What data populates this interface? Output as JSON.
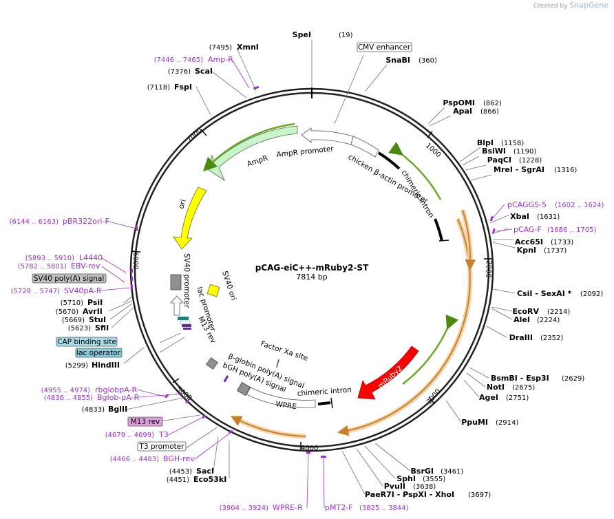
{
  "credit": {
    "prefix": "Created by",
    "brand": "SnapGene"
  },
  "plasmid": {
    "name": "pCAG-eiC++-mRuby2-ST",
    "size_label": "7814 bp"
  },
  "ticks": [
    {
      "label": "1000"
    },
    {
      "label": "2000"
    },
    {
      "label": "3000"
    },
    {
      "label": "4000"
    },
    {
      "label": "5000"
    },
    {
      "label": "6000"
    },
    {
      "label": "7000"
    }
  ],
  "sites": [
    {
      "name": "SpeI",
      "pos": "(19)"
    },
    {
      "name": "SnaBI",
      "pos": "(360)"
    },
    {
      "name": "PspOMI",
      "pos": "(862)"
    },
    {
      "name": "ApaI",
      "pos": "(866)"
    },
    {
      "name": "BlpI",
      "pos": "(1158)"
    },
    {
      "name": "BsiWI",
      "pos": "(1190)"
    },
    {
      "name": "PaqCI",
      "pos": "(1228)"
    },
    {
      "name": "MreI  - SgrAI",
      "pos": "(1316)"
    },
    {
      "name": "XbaI",
      "pos": "(1631)"
    },
    {
      "name": "Acc65I",
      "pos": "(1733)"
    },
    {
      "name": "KpnI",
      "pos": "(1737)"
    },
    {
      "name": "CsiI  - SexAI *",
      "pos": "(2092)"
    },
    {
      "name": "EcoRV",
      "pos": "(2214)"
    },
    {
      "name": "AleI",
      "pos": "(2224)"
    },
    {
      "name": "DraIII",
      "pos": "(2352)"
    },
    {
      "name": "BsmBI  - Esp3I",
      "pos": "(2629)"
    },
    {
      "name": "NotI",
      "pos": "(2675)"
    },
    {
      "name": "AgeI",
      "pos": "(2751)"
    },
    {
      "name": "PpuMI",
      "pos": "(2914)"
    },
    {
      "name": "BsrGI",
      "pos": "(3461)"
    },
    {
      "name": "SphI",
      "pos": "(3555)"
    },
    {
      "name": "PvuII",
      "pos": "(3638)"
    },
    {
      "name": "PaeR7I  - PspXI  - XhoI",
      "pos": "(3697)"
    },
    {
      "name": "XmnI",
      "pos": "(7495)"
    },
    {
      "name": "ScaI",
      "pos": "(7376)"
    },
    {
      "name": "FspI",
      "pos": "(7118)"
    },
    {
      "name": "PsiI",
      "pos": "(5710)"
    },
    {
      "name": "AvrII",
      "pos": "(5670)"
    },
    {
      "name": "StuI",
      "pos": "(5669)"
    },
    {
      "name": "SfiI",
      "pos": "(5623)"
    },
    {
      "name": "HindIII",
      "pos": "(5299)"
    },
    {
      "name": "BglII",
      "pos": "(4833)"
    },
    {
      "name": "SacI",
      "pos": "(4453)"
    },
    {
      "name": "Eco53kI",
      "pos": "(4451)"
    }
  ],
  "primers": [
    {
      "name": "Amp-R",
      "pos": "(7446 .. 7465)"
    },
    {
      "name": "pCAGGS-5",
      "pos": "(1602 .. 1624)"
    },
    {
      "name": "pCAG-F",
      "pos": "(1686 .. 1705)"
    },
    {
      "name": "pBR322ori-F",
      "pos": "(6144 .. 6163)"
    },
    {
      "name": "L4440",
      "pos": "(5893 .. 5910)"
    },
    {
      "name": "EBV-rev",
      "pos": "(5782 .. 5801)"
    },
    {
      "name": "SV40pA-R",
      "pos": "(5728 .. 5747)"
    },
    {
      "name": "rbglobpA-R",
      "pos": "(4955 .. 4974)"
    },
    {
      "name": "Bglob-pA-R",
      "pos": "(4836 .. 4855)"
    },
    {
      "name": "T3",
      "pos": "(4679 .. 4699)"
    },
    {
      "name": "BGH-rev",
      "pos": "(4466 .. 4483)"
    },
    {
      "name": "WPRE-R",
      "pos": "(3904 .. 3924)"
    },
    {
      "name": "pMT2-F",
      "pos": "(3825 .. 3844)"
    }
  ],
  "boxed_labels": [
    {
      "name": "CMV enhancer"
    },
    {
      "name": "SV40 poly(A) signal"
    },
    {
      "name": "CAP binding site"
    },
    {
      "name": "lac operator"
    },
    {
      "name": "M13 rev"
    },
    {
      "name": "T3 promoter"
    }
  ],
  "features": [
    {
      "name": "AmpR"
    },
    {
      "name": "AmpR promoter"
    },
    {
      "name": "chicken β-actin promoter"
    },
    {
      "name": "chimeric intron"
    },
    {
      "name": "ori"
    },
    {
      "name": "SV40 promoter"
    },
    {
      "name": "SV40 ori"
    },
    {
      "name": "lac promoter"
    },
    {
      "name": "M13 rev"
    },
    {
      "name": "Factor Xa site"
    },
    {
      "name": "β-globin poly(A) signal"
    },
    {
      "name": "bGH poly(A) signal"
    },
    {
      "name": "chimeric intron"
    },
    {
      "name": "WPRE"
    },
    {
      "name": "mRuby2"
    }
  ],
  "colors": {
    "ampr": "#c8f5c8",
    "ori": "#ffff00",
    "mruby2": "#ff0000",
    "primer": "#9b30c7",
    "cap_box": "#a9dbe8",
    "lac_box": "#88c8d8",
    "m13_box": "#dda0dd",
    "sv40_box": "#c0c0c0",
    "orf_orange": "#e8a040",
    "orf_green": "#6aaa20"
  }
}
